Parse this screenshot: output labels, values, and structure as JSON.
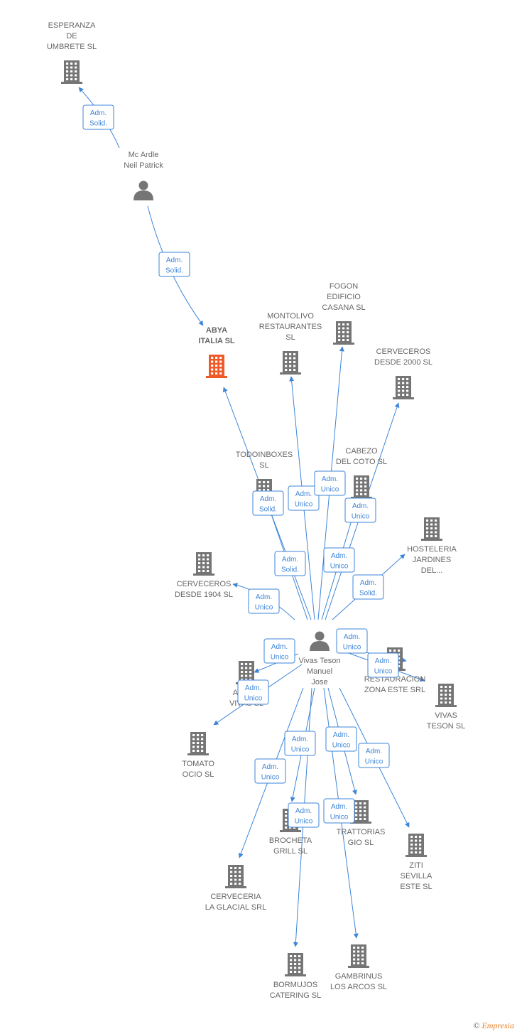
{
  "colors": {
    "edge": "#3d85d8",
    "company": "#757575",
    "focus_company": "#f05a28",
    "person": "#757575",
    "label": "#666666"
  },
  "footer": {
    "copyright": "©",
    "brand": "Empresia"
  },
  "nodes": [
    {
      "id": "esperanza",
      "type": "company",
      "label": [
        "ESPERANZA",
        "DE",
        "UMBRETE  SL"
      ],
      "label_pos": "above"
    },
    {
      "id": "mcardle",
      "type": "person",
      "label": [
        "Mc Ardle",
        "Neil Patrick"
      ],
      "label_pos": "above"
    },
    {
      "id": "abya",
      "type": "company",
      "focus": true,
      "label": [
        "ABYA",
        "ITALIA  SL"
      ],
      "label_pos": "above"
    },
    {
      "id": "montolivo",
      "type": "company",
      "label": [
        "MONTOLIVO",
        "RESTAURANTES",
        "SL"
      ],
      "label_pos": "above"
    },
    {
      "id": "fogon",
      "type": "company",
      "label": [
        "FOGON",
        "EDIFICIO",
        "CASANA SL"
      ],
      "label_pos": "above"
    },
    {
      "id": "cerv2000",
      "type": "company",
      "label": [
        "CERVECEROS",
        "DESDE 2000 SL"
      ],
      "label_pos": "above"
    },
    {
      "id": "todoin",
      "type": "company",
      "label": [
        "TODOINBOXES",
        "SL"
      ],
      "label_pos": "above"
    },
    {
      "id": "cabezo",
      "type": "company",
      "label": [
        "CABEZO",
        "DEL COTO SL"
      ],
      "label_pos": "above"
    },
    {
      "id": "hosteleria",
      "type": "company",
      "label": [
        "HOSTELERIA",
        "JARDINES",
        "DEL..."
      ],
      "label_pos": "below"
    },
    {
      "id": "cerv1904",
      "type": "company",
      "label": [
        "CERVECEROS",
        "DESDE 1904 SL"
      ],
      "label_pos": "below"
    },
    {
      "id": "vivas",
      "type": "person",
      "label": [
        "Vivas Teson",
        "Manuel",
        "Jose"
      ],
      "label_pos": "below"
    },
    {
      "id": "restauracion",
      "type": "company",
      "label": [
        "RESTAURACION",
        "ZONA ESTE SRL"
      ],
      "label_pos": "below"
    },
    {
      "id": "arroz",
      "type": "company",
      "label": [
        "ARROZ",
        "VIVAS SL"
      ],
      "label_pos": "below"
    },
    {
      "id": "vivasteson",
      "type": "company",
      "label": [
        "VIVAS",
        "TESON  SL"
      ],
      "label_pos": "below"
    },
    {
      "id": "tomato",
      "type": "company",
      "label": [
        "TOMATO",
        "OCIO  SL"
      ],
      "label_pos": "below"
    },
    {
      "id": "brocheta",
      "type": "company",
      "label": [
        "BROCHETA",
        "GRILL  SL"
      ],
      "label_pos": "below"
    },
    {
      "id": "trattorias",
      "type": "company",
      "label": [
        "TRATTORIAS",
        "GIO  SL"
      ],
      "label_pos": "below"
    },
    {
      "id": "ziti",
      "type": "company",
      "label": [
        "ZITI",
        "SEVILLA",
        "ESTE  SL"
      ],
      "label_pos": "below"
    },
    {
      "id": "glacial",
      "type": "company",
      "label": [
        "CERVECERIA",
        "LA GLACIAL SRL"
      ],
      "label_pos": "below"
    },
    {
      "id": "bormujos",
      "type": "company",
      "label": [
        "BORMUJOS",
        "CATERING SL"
      ],
      "label_pos": "below"
    },
    {
      "id": "gambrinus",
      "type": "company",
      "label": [
        "GAMBRINUS",
        "LOS ARCOS SL"
      ],
      "label_pos": "below"
    }
  ],
  "edges": [
    {
      "from": "mcardle",
      "to": "esperanza",
      "role": [
        "Adm.",
        "Solid."
      ]
    },
    {
      "from": "mcardle",
      "to": "abya",
      "role": [
        "Adm.",
        "Solid."
      ]
    },
    {
      "from": "vivas",
      "to": "abya",
      "role": [
        "Adm.",
        "Solid."
      ]
    },
    {
      "from": "vivas",
      "to": "montolivo",
      "role": [
        "Adm.",
        "Unico"
      ]
    },
    {
      "from": "vivas",
      "to": "fogon",
      "role": [
        "Adm.",
        "Unico"
      ]
    },
    {
      "from": "vivas",
      "to": "cerv2000",
      "role": [
        "Adm.",
        "Unico"
      ]
    },
    {
      "from": "vivas",
      "to": "todoin",
      "role": [
        "Adm.",
        "Solid."
      ]
    },
    {
      "from": "vivas",
      "to": "cabezo",
      "role": [
        "Adm.",
        "Unico"
      ]
    },
    {
      "from": "vivas",
      "to": "hosteleria",
      "role": [
        "Adm.",
        "Solid."
      ]
    },
    {
      "from": "vivas",
      "to": "cerv1904",
      "role": [
        "Adm.",
        "Unico"
      ]
    },
    {
      "from": "vivas",
      "to": "restauracion",
      "role": [
        "Adm.",
        "Unico"
      ]
    },
    {
      "from": "vivas",
      "to": "vivasteson",
      "role": [
        "Adm.",
        "Unico"
      ]
    },
    {
      "from": "vivas",
      "to": "arroz",
      "role": [
        "Adm.",
        "Unico"
      ]
    },
    {
      "from": "vivas",
      "to": "tomato",
      "role": [
        "Adm.",
        "Unico"
      ]
    },
    {
      "from": "vivas",
      "to": "brocheta",
      "role": [
        "Adm.",
        "Unico"
      ]
    },
    {
      "from": "vivas",
      "to": "trattorias",
      "role": [
        "Adm.",
        "Unico"
      ]
    },
    {
      "from": "vivas",
      "to": "ziti",
      "role": [
        "Adm.",
        "Unico"
      ]
    },
    {
      "from": "vivas",
      "to": "glacial",
      "role": [
        "Adm.",
        "Unico"
      ]
    },
    {
      "from": "vivas",
      "to": "bormujos",
      "role": [
        "Adm.",
        "Unico"
      ]
    },
    {
      "from": "vivas",
      "to": "gambrinus",
      "role": [
        "Adm.",
        "Unico"
      ]
    }
  ]
}
